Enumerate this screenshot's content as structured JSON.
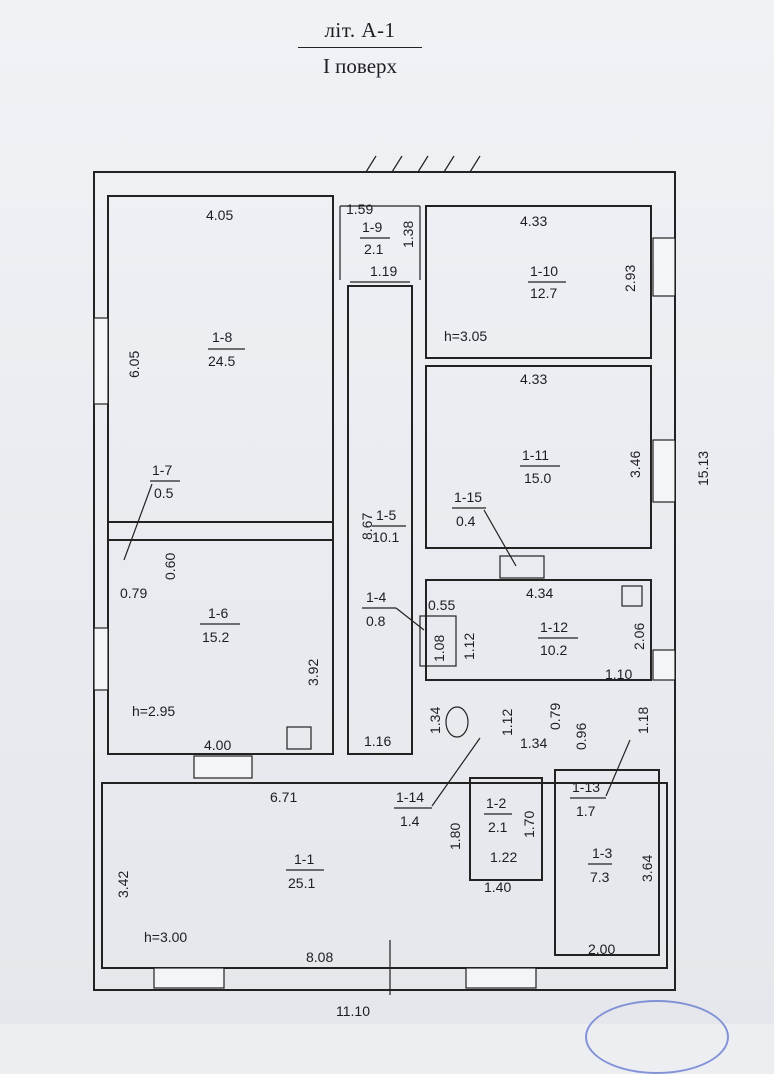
{
  "header": {
    "title": "літ. А-1",
    "subtitle": "I поверх"
  },
  "rooms": [
    {
      "id": "1-1",
      "area": "25.1"
    },
    {
      "id": "1-2",
      "area": "2.1"
    },
    {
      "id": "1-3",
      "area": "7.3"
    },
    {
      "id": "1-4",
      "area": "0.8"
    },
    {
      "id": "1-5",
      "area": "10.1"
    },
    {
      "id": "1-6",
      "area": "15.2"
    },
    {
      "id": "1-7",
      "area": "0.5"
    },
    {
      "id": "1-8",
      "area": "24.5"
    },
    {
      "id": "1-9",
      "area": "2.1"
    },
    {
      "id": "1-10",
      "area": "12.7"
    },
    {
      "id": "1-11",
      "area": "15.0"
    },
    {
      "id": "1-12",
      "area": "10.2"
    },
    {
      "id": "1-13",
      "area": "1.7"
    },
    {
      "id": "1-14",
      "area": "1.4"
    },
    {
      "id": "1-15",
      "area": "0.4"
    }
  ],
  "heights": {
    "h1": "h=3.05",
    "h2": "h=2.95",
    "h3": "h=3.00"
  },
  "dimensions": {
    "d405": "4.05",
    "d605": "6.05",
    "d159": "1.59",
    "d138": "1.38",
    "d119": "1.19",
    "d433a": "4.33",
    "d293": "2.93",
    "d433b": "4.33",
    "d346": "3.46",
    "d1513": "15.13",
    "d060": "0.60",
    "d079a": "0.79",
    "d867": "8.67",
    "d434": "4.34",
    "d055": "0.55",
    "d108": "1.08",
    "d112a": "1.12",
    "d206": "2.06",
    "d392": "3.92",
    "d110": "1.10",
    "d134a": "1.34",
    "d112b": "1.12",
    "d079b": "0.79",
    "d096": "0.96",
    "d118": "1.18",
    "d400": "4.00",
    "d116": "1.16",
    "d134b": "1.34",
    "d671": "6.71",
    "d180": "1.80",
    "d170": "1.70",
    "d122": "1.22",
    "d140": "1.40",
    "d342": "3.42",
    "d364": "3.64",
    "d808": "8.08",
    "d200": "2.00",
    "d1110": "11.10"
  }
}
